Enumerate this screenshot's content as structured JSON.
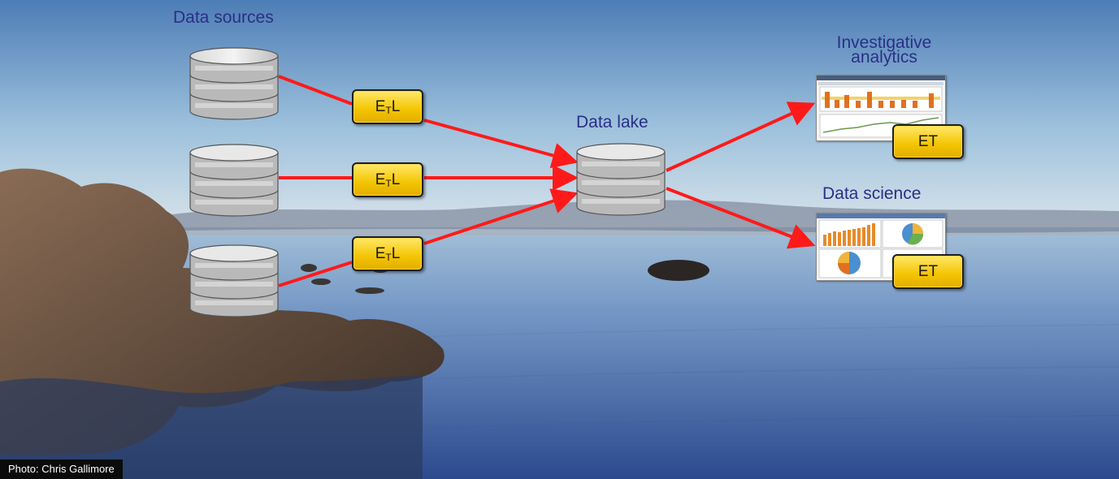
{
  "labels": {
    "data_sources": "Data sources",
    "data_lake": "Data lake",
    "investigative_analytics_line1": "Investigative",
    "investigative_analytics_line2": "analytics",
    "data_science": "Data science"
  },
  "etl_boxes": [
    {
      "main_left": "E",
      "sub": "T",
      "main_right": "L"
    },
    {
      "main_left": "E",
      "sub": "T",
      "main_right": "L"
    },
    {
      "main_left": "E",
      "sub": "T",
      "main_right": "L"
    }
  ],
  "et_boxes": [
    "ET",
    "ET"
  ],
  "photo_credit": "Photo: Chris Gallimore",
  "colors": {
    "arrow": "#ff1a1a",
    "label_text": "#2a2f86",
    "etl_fill": "#f3c400",
    "sky_top": "#4f7fb8",
    "water": "#3a5f9e"
  },
  "icons": [
    "database-icon",
    "analytics-dashboard-thumbnail",
    "data-science-dashboard-thumbnail"
  ]
}
